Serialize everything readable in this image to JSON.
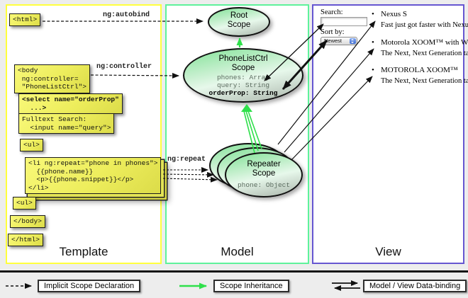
{
  "columns": {
    "template": {
      "label": "Template",
      "border_color": "#ffff3d"
    },
    "model": {
      "label": "Model",
      "border_color": "#5ef29b"
    },
    "view": {
      "label": "View",
      "border_color": "#6656d1"
    }
  },
  "template": {
    "boxes": {
      "html_open": "<html>",
      "body_open": "<body\n ng:controller=\n \"PhoneListCtrl\">",
      "select": "<select name=\"orderProp\"\n  ...>",
      "fulltext": "Fulltext Search:\n  <input name=\"query\">",
      "ul_open": "<ul>",
      "li_repeat": "<li ng:repeat=\"phone in phones\">\n  {{phone.name}}\n  <p>{{phone.snippet}}</p>\n</li>",
      "ul_close": "<ul>",
      "body_close": "</body>",
      "html_close": "</html>"
    },
    "arrow_labels": {
      "autobind": "ng:autobind",
      "controller": "ng:controller",
      "repeat": "ng:repeat"
    }
  },
  "model": {
    "root_scope": {
      "title": "Root\nScope"
    },
    "phonelist_scope": {
      "title": "PhoneListCtrl\nScope",
      "props": [
        "phones: Array",
        "query: String",
        "orderProp: String"
      ]
    },
    "repeater_scope": {
      "title": "Repeater\nScope",
      "prop": "phone: Object"
    }
  },
  "view": {
    "search_label": "Search:",
    "sort_label": "Sort by:",
    "sort_value": "Newest",
    "items": [
      {
        "title": "Nexus S",
        "desc": "Fast just got faster with Nexus S."
      },
      {
        "title": "Motorola XOOM™ with Wi-Fi",
        "desc": "The Next, Next Generation tablet."
      },
      {
        "title": "MOTOROLA XOOM™",
        "desc": "The Next, Next Generation tablet."
      }
    ]
  },
  "legend": {
    "implicit": "Implicit Scope Declaration",
    "inheritance": "Scope Inheritance",
    "binding": "Model / View Data-binding"
  },
  "colors": {
    "green_arrow": "#2fe04b",
    "box_fill": "#eded5c",
    "background": "#ededed"
  }
}
